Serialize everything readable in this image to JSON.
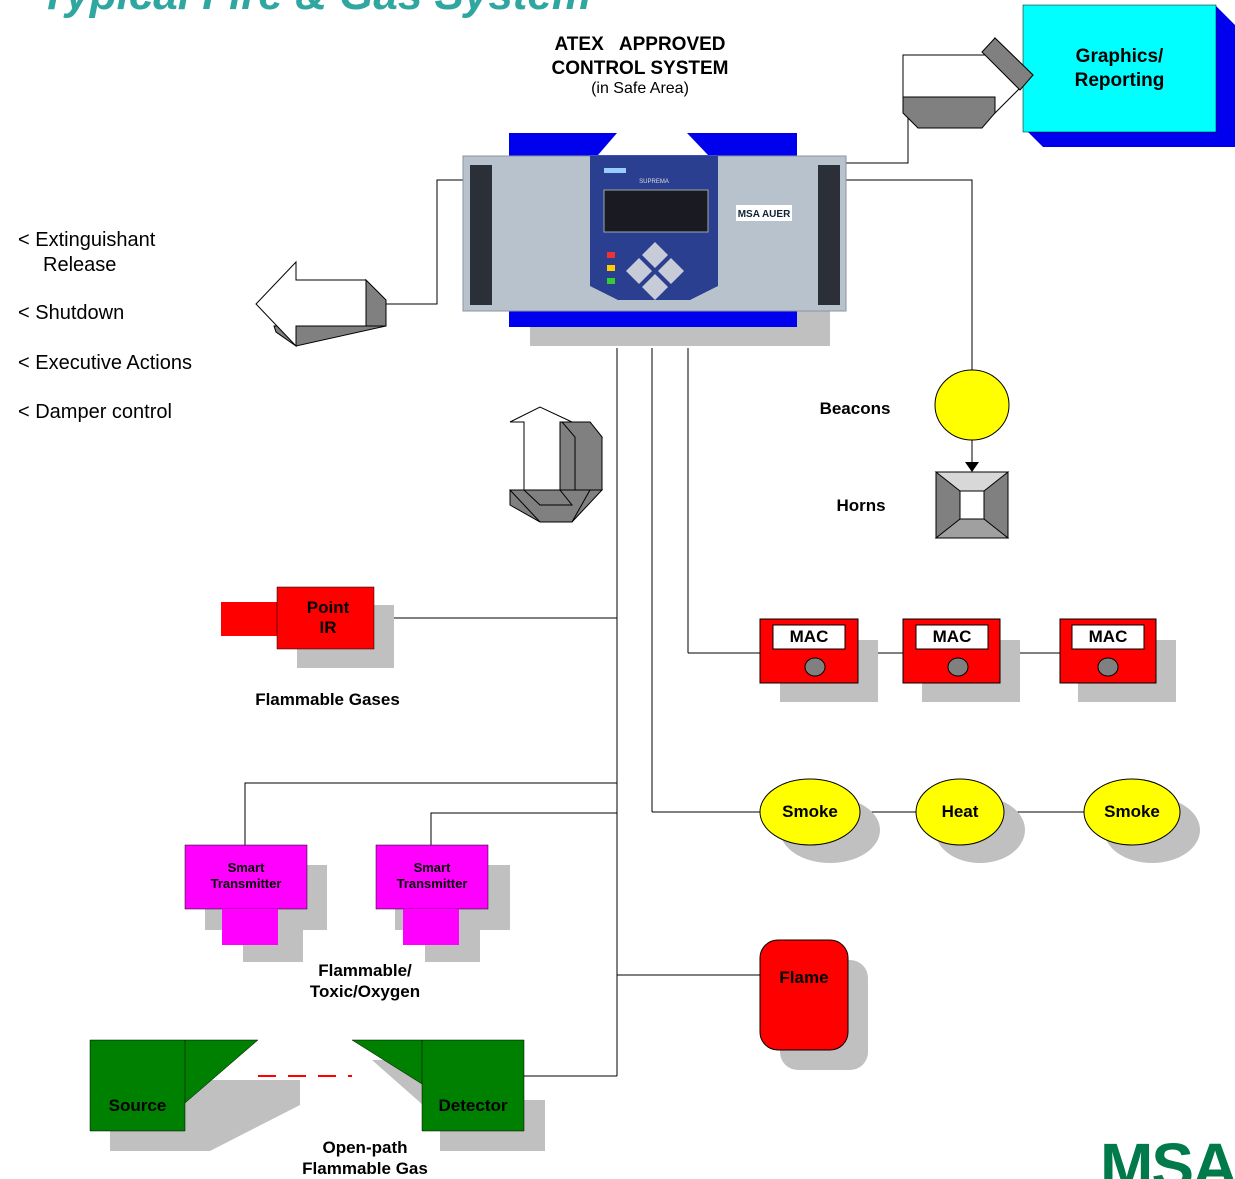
{
  "header": {
    "title_fragment": "Typical Fire & Gas System"
  },
  "controller": {
    "title_line1": "ATEX   APPROVED",
    "title_line2": "CONTROL SYSTEM",
    "subtitle": "(in Safe Area)",
    "panel_brand": "SUPREMA",
    "panel_logo": "MSA AUER"
  },
  "graphics": {
    "line1": "Graphics/",
    "line2": "Reporting",
    "color": "#00ffff"
  },
  "actions": [
    {
      "line1": "< Extinguishant",
      "line2": "Release"
    },
    {
      "line1": "< Shutdown"
    },
    {
      "line1": "< Executive Actions"
    },
    {
      "line1": "< Damper control"
    }
  ],
  "alarms": {
    "beacons": "Beacons",
    "horns": "Horns"
  },
  "point_ir": {
    "line1": "Point",
    "line2": "IR",
    "caption": "Flammable Gases"
  },
  "mac": [
    "MAC",
    "MAC",
    "MAC"
  ],
  "detectors": {
    "smoke1": "Smoke",
    "heat": "Heat",
    "smoke2": "Smoke",
    "flame": "Flame"
  },
  "smart": {
    "t1_line1": "Smart",
    "t1_line2": "Transmitter",
    "t2_line1": "Smart",
    "t2_line2": "Transmitter",
    "caption_line1": "Flammable/",
    "caption_line2": "Toxic/Oxygen"
  },
  "open_path": {
    "source": "Source",
    "detector": "Detector",
    "caption_line1": "Open-path",
    "caption_line2": "Flammable Gas"
  },
  "logo": {
    "text": "MSA"
  },
  "colors": {
    "red": "#ff0000",
    "magenta": "#ff00ff",
    "yellow": "#ffff00",
    "green": "#007a00",
    "blue": "#0000ee",
    "shadow": "#c0c0c0"
  }
}
